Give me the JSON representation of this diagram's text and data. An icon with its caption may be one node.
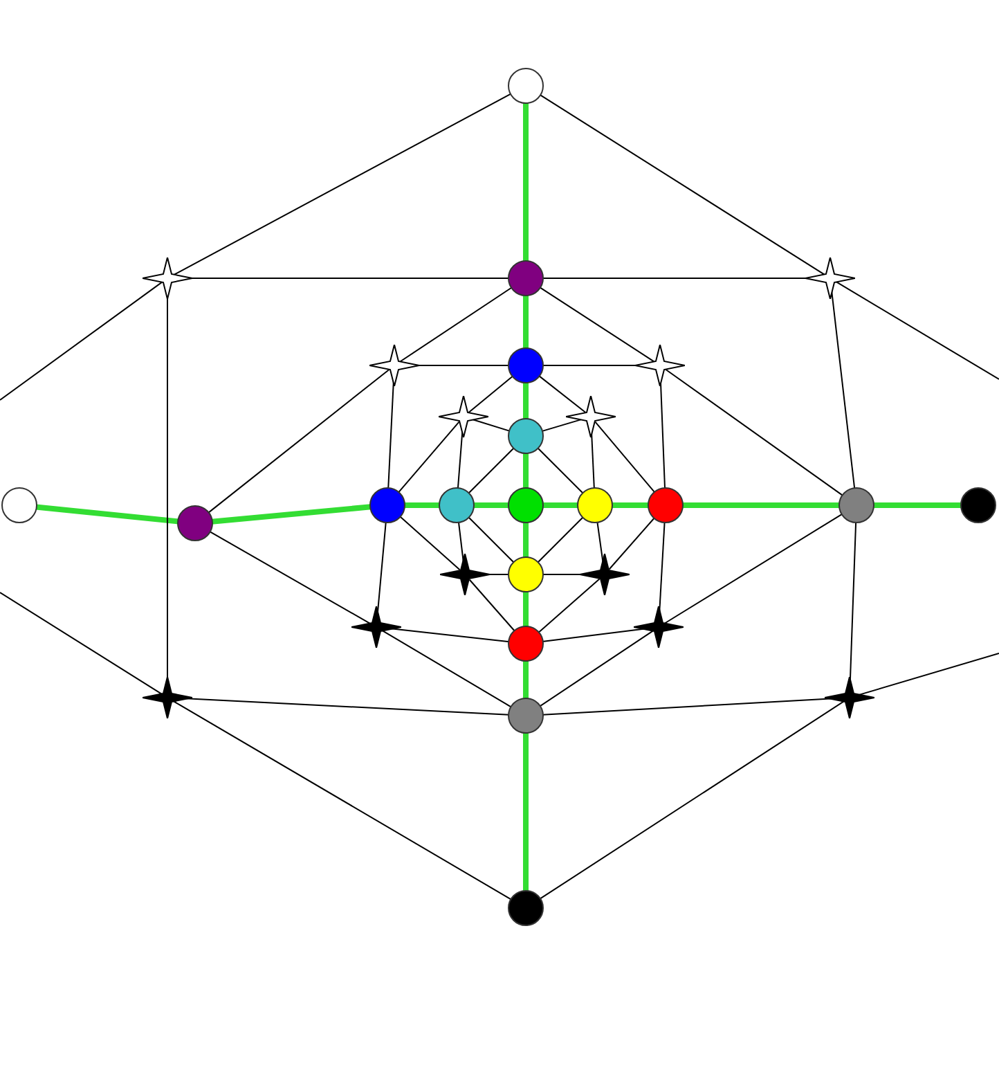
{
  "diagram": {
    "nodes": [
      {
        "text": [],
        "shape": "circle"
      },
      {
        "text": [],
        "shape": "star"
      },
      {
        "text": [],
        "shape": "circle"
      },
      {
        "text": [],
        "shape": "star"
      },
      {
        "text": [],
        "shape": "star"
      },
      {
        "text": [],
        "shape": "circle"
      },
      {
        "text": [],
        "shape": "star"
      },
      {
        "text": [],
        "shape": "star"
      },
      {
        "text": [],
        "shape": "circle"
      },
      {
        "text": [],
        "shape": "star"
      },
      {
        "text": [],
        "shape": "circle"
      },
      {
        "text": [],
        "shape": "circle"
      },
      {
        "text": [],
        "shape": "circle"
      },
      {
        "text": [],
        "shape": "circle"
      },
      {
        "text": [],
        "shape": "circle"
      },
      {
        "text": [],
        "shape": "circle"
      },
      {
        "text": [],
        "shape": "circle"
      },
      {
        "text": [],
        "shape": "circle"
      },
      {
        "text": [],
        "shape": "circle"
      },
      {
        "text": [],
        "shape": "star"
      },
      {
        "text": [],
        "shape": "circle"
      },
      {
        "text": [],
        "shape": "star"
      },
      {
        "text": [],
        "shape": "star"
      },
      {
        "text": [],
        "shape": "circle"
      },
      {
        "text": [],
        "shape": "star"
      },
      {
        "text": [],
        "shape": "star"
      },
      {
        "text": [],
        "shape": "circle"
      },
      {
        "text": [],
        "shape": "star"
      },
      {
        "text": [],
        "shape": "circle"
      }
    ],
    "edges": [
      {
        "from": 0,
        "to": 2,
        "arrow": "none",
        "style": "thick",
        "color": "#33dd33"
      },
      {
        "from": 2,
        "to": 5,
        "arrow": "none",
        "style": "thick",
        "color": "#33dd33"
      },
      {
        "from": 5,
        "to": 8,
        "arrow": "none",
        "style": "thick",
        "color": "#33dd33"
      },
      {
        "from": 8,
        "to": 14,
        "arrow": "none",
        "style": "thick",
        "color": "#33dd33"
      },
      {
        "from": 14,
        "to": 20,
        "arrow": "none",
        "style": "thick",
        "color": "#33dd33"
      },
      {
        "from": 20,
        "to": 23,
        "arrow": "none",
        "style": "thick",
        "color": "#33dd33"
      },
      {
        "from": 23,
        "to": 26,
        "arrow": "none",
        "style": "thick",
        "color": "#33dd33"
      },
      {
        "from": 26,
        "to": 28,
        "arrow": "none",
        "style": "thick",
        "color": "#33dd33"
      },
      {
        "from": 10,
        "to": 11,
        "arrow": "none",
        "style": "thick",
        "color": "#33dd33"
      },
      {
        "from": 11,
        "to": 12,
        "arrow": "none",
        "style": "thick",
        "color": "#33dd33"
      },
      {
        "from": 12,
        "to": 13,
        "arrow": "none",
        "style": "thick",
        "color": "#33dd33"
      },
      {
        "from": 13,
        "to": 14,
        "arrow": "none",
        "style": "thick",
        "color": "#33dd33"
      },
      {
        "from": 14,
        "to": 15,
        "arrow": "none",
        "style": "thick",
        "color": "#33dd33"
      },
      {
        "from": 15,
        "to": 16,
        "arrow": "none",
        "style": "thick",
        "color": "#33dd33"
      },
      {
        "from": 16,
        "to": 17,
        "arrow": "none",
        "style": "thick",
        "color": "#33dd33"
      },
      {
        "from": 17,
        "to": 18,
        "arrow": "none",
        "style": "thick",
        "color": "#33dd33"
      },
      {
        "from": 0,
        "to": 1,
        "arrow": "none"
      },
      {
        "from": 1,
        "to": null,
        "arrow": "none"
      },
      {
        "from": 0,
        "to": 3,
        "arrow": "none"
      },
      {
        "from": 3,
        "to": null,
        "arrow": "none"
      },
      {
        "from": 28,
        "to": 25,
        "arrow": "none"
      },
      {
        "from": 25,
        "to": null,
        "arrow": "none"
      },
      {
        "from": 28,
        "to": 27,
        "arrow": "none"
      },
      {
        "from": 27,
        "to": null,
        "arrow": "none"
      },
      {
        "from": 1,
        "to": 2,
        "arrow": "none"
      },
      {
        "from": 2,
        "to": 3,
        "arrow": "none"
      },
      {
        "from": 4,
        "to": 5,
        "arrow": "none"
      },
      {
        "from": 5,
        "to": 6,
        "arrow": "none"
      },
      {
        "from": 7,
        "to": 8,
        "arrow": "none"
      },
      {
        "from": 8,
        "to": 9,
        "arrow": "none"
      },
      {
        "from": 19,
        "to": 20,
        "arrow": "none"
      },
      {
        "from": 20,
        "to": 21,
        "arrow": "none"
      },
      {
        "from": 22,
        "to": 23,
        "arrow": "none"
      },
      {
        "from": 23,
        "to": 24,
        "arrow": "none"
      },
      {
        "from": 25,
        "to": 26,
        "arrow": "none"
      },
      {
        "from": 26,
        "to": 27,
        "arrow": "none"
      },
      {
        "from": 1,
        "to": 25,
        "arrow": "none"
      },
      {
        "from": 3,
        "to": 17,
        "arrow": "none"
      },
      {
        "from": 17,
        "to": 27,
        "arrow": "none"
      },
      {
        "from": 4,
        "to": 12,
        "arrow": "none"
      },
      {
        "from": 12,
        "to": 22,
        "arrow": "none"
      },
      {
        "from": 6,
        "to": 16,
        "arrow": "none"
      },
      {
        "from": 16,
        "to": 24,
        "arrow": "none"
      },
      {
        "from": 7,
        "to": 13,
        "arrow": "none"
      },
      {
        "from": 13,
        "to": 19,
        "arrow": "none"
      },
      {
        "from": 9,
        "to": 15,
        "arrow": "none"
      },
      {
        "from": 15,
        "to": 21,
        "arrow": "none"
      },
      {
        "from": 2,
        "to": 4,
        "arrow": "none"
      },
      {
        "from": 4,
        "to": 11,
        "arrow": "none"
      },
      {
        "from": 2,
        "to": 6,
        "arrow": "none"
      },
      {
        "from": 6,
        "to": 17,
        "arrow": "none"
      },
      {
        "from": 5,
        "to": 7,
        "arrow": "none"
      },
      {
        "from": 7,
        "to": 12,
        "arrow": "none"
      },
      {
        "from": 5,
        "to": 9,
        "arrow": "none"
      },
      {
        "from": 9,
        "to": 16,
        "arrow": "none"
      },
      {
        "from": 8,
        "to": 13,
        "arrow": "none"
      },
      {
        "from": 8,
        "to": 15,
        "arrow": "none"
      },
      {
        "from": 13,
        "to": 20,
        "arrow": "none"
      },
      {
        "from": 15,
        "to": 20,
        "arrow": "none"
      },
      {
        "from": 12,
        "to": 19,
        "arrow": "none"
      },
      {
        "from": 19,
        "to": 23,
        "arrow": "none"
      },
      {
        "from": 16,
        "to": 21,
        "arrow": "none"
      },
      {
        "from": 21,
        "to": 23,
        "arrow": "none"
      },
      {
        "from": 11,
        "to": 22,
        "arrow": "none"
      },
      {
        "from": 22,
        "to": 26,
        "arrow": "none"
      },
      {
        "from": 17,
        "to": 24,
        "arrow": "none"
      },
      {
        "from": 24,
        "to": 26,
        "arrow": "none"
      }
    ]
  }
}
